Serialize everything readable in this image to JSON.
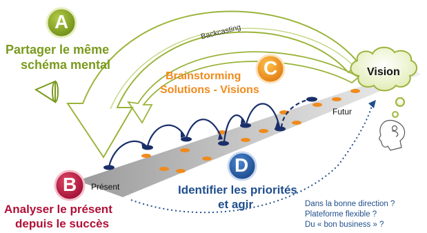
{
  "labels": {
    "a_letter": "A",
    "a_line1": "Partager le même",
    "a_line2": "schéma mental",
    "b_letter": "B",
    "b_line1": "Analyser le présent",
    "b_line2": "depuis le succès",
    "c_letter": "C",
    "c_line1": "Brainstorming",
    "c_line2": "Solutions - Visions",
    "d_letter": "D",
    "d_line1": "Identifier les priorités",
    "d_line2": "et agir",
    "backcasting": "Backcasting",
    "vision": "Vision",
    "present": "Présent",
    "futur": "Futur",
    "q1": "Dans la bonne direction ?",
    "q2": "Plateforme flexible ?",
    "q3": "Du « bon business » ?"
  },
  "colors": {
    "green": "#7a9a1e",
    "green_light": "#e8f0b8",
    "red": "#b01038",
    "orange": "#f08a1c",
    "blue": "#1f4e8c",
    "dark_navy": "#1a2f6a",
    "band": "#b8b8b8"
  }
}
